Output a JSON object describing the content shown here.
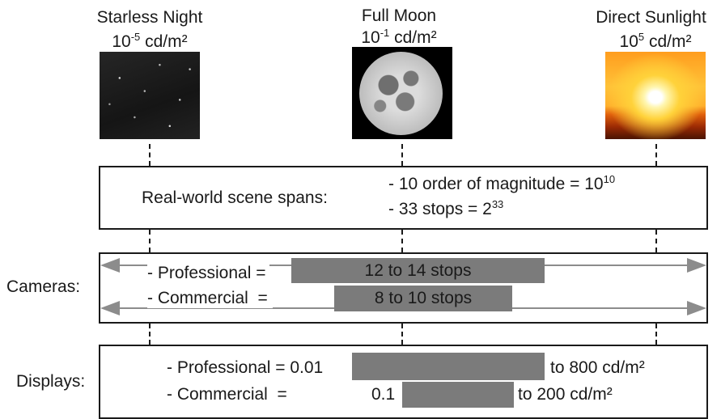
{
  "scenes": [
    {
      "title": "Starless Night",
      "lum_base": "10",
      "lum_exp": "-5",
      "lum_unit": " cd/m²"
    },
    {
      "title": "Full Moon",
      "lum_base": "10",
      "lum_exp": "-1",
      "lum_unit": " cd/m²"
    },
    {
      "title": "Direct Sunlight",
      "lum_base": "10",
      "lum_exp": "5",
      "lum_unit": " cd/m²"
    }
  ],
  "real_world": {
    "label": "Real-world scene spans:",
    "line1_text": "- 10 order of magnitude = 10",
    "line1_exp": "10",
    "line2_text": "- 33 stops = 2",
    "line2_exp": "33"
  },
  "cameras": {
    "label": "Cameras:",
    "professional_label": "- Professional =",
    "professional_range": "12 to 14 stops",
    "commercial_label": "- Commercial  =",
    "commercial_range": "8 to 10 stops"
  },
  "displays": {
    "label": "Displays:",
    "professional_label": "- Professional = 0.01",
    "professional_max": "to 800 cd/m²",
    "commercial_label": "- Commercial  =",
    "commercial_min": "0.1",
    "commercial_max": "to 200 cd/m²"
  },
  "colors": {
    "bar": "#7b7b7b",
    "arrow": "#8c8c8c",
    "line": "#1a1a1a"
  }
}
